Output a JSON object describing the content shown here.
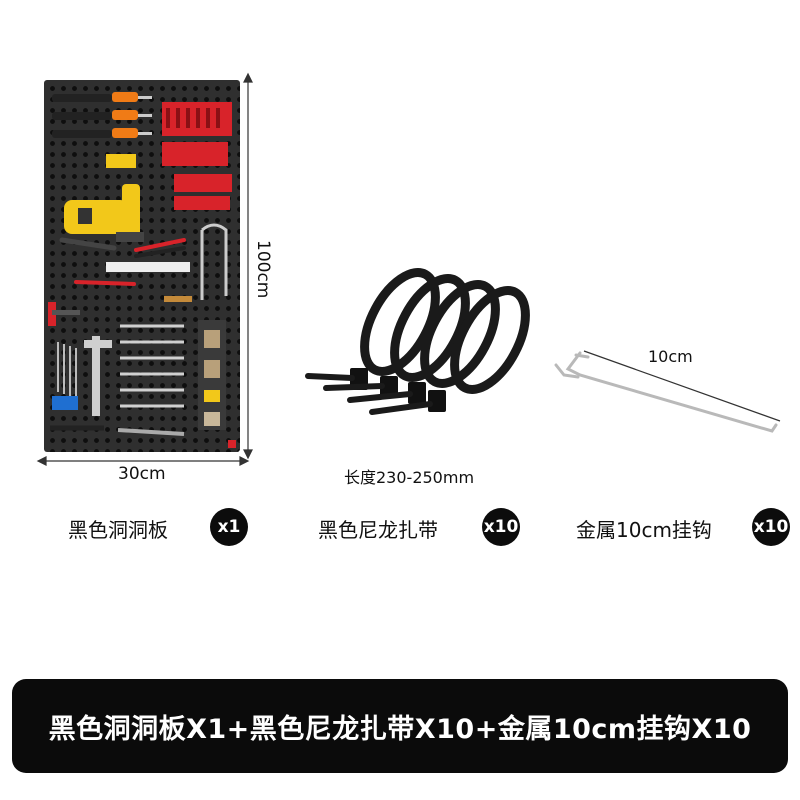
{
  "products": {
    "pegboard": {
      "width_label": "30cm",
      "height_label": "100cm",
      "caption": "黑色洞洞板",
      "quantity": "x1"
    },
    "cable_ties": {
      "length_label": "长度230-250mm",
      "caption": "黑色尼龙扎带",
      "quantity": "x10"
    },
    "hook": {
      "length_label": "10cm",
      "caption": "金属10cm挂钩",
      "quantity": "x10"
    }
  },
  "summary": {
    "text": "黑色洞洞板X1+黑色尼龙扎带X10+金属10cm挂钩X10"
  },
  "colors": {
    "board": "#2f2f2f",
    "badge": "#0c0c0c",
    "summary_bar": "#0b0b0b",
    "tool_red": "#d8232a",
    "tool_orange": "#f07b16",
    "tool_yellow": "#f2c81a"
  }
}
